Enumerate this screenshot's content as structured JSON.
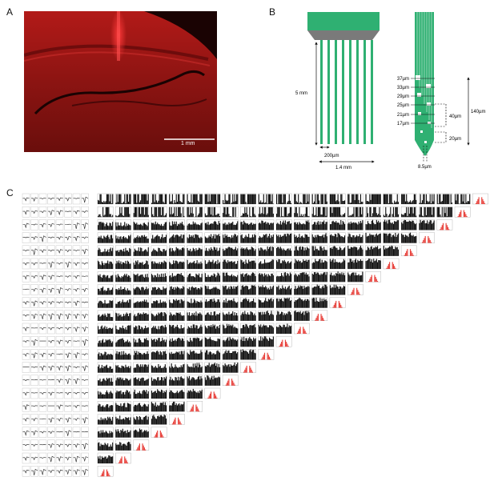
{
  "panels": {
    "a": {
      "label": "A",
      "scale_bar": "1 mm"
    },
    "b": {
      "label": "B",
      "dims": {
        "shank_length": "5 mm",
        "shank_pitch": "200µm",
        "array_width": "1.4 mm",
        "site_pitch": "40µm",
        "tip_spacing": "20µm",
        "span": "140µm",
        "tip_offset": "8.5µm"
      },
      "site_widths": [
        "37µm",
        "33µm",
        "29µm",
        "25µm",
        "21µm",
        "17µm"
      ]
    },
    "c": {
      "label": "C",
      "units": 22
    }
  },
  "colors": {
    "probe_green": "#2fb072",
    "probe_gray": "#7a7a7a",
    "histogram_black": "#111111",
    "autocorr_red": "#e8403a",
    "fluorescence_red": "#c8201e"
  }
}
